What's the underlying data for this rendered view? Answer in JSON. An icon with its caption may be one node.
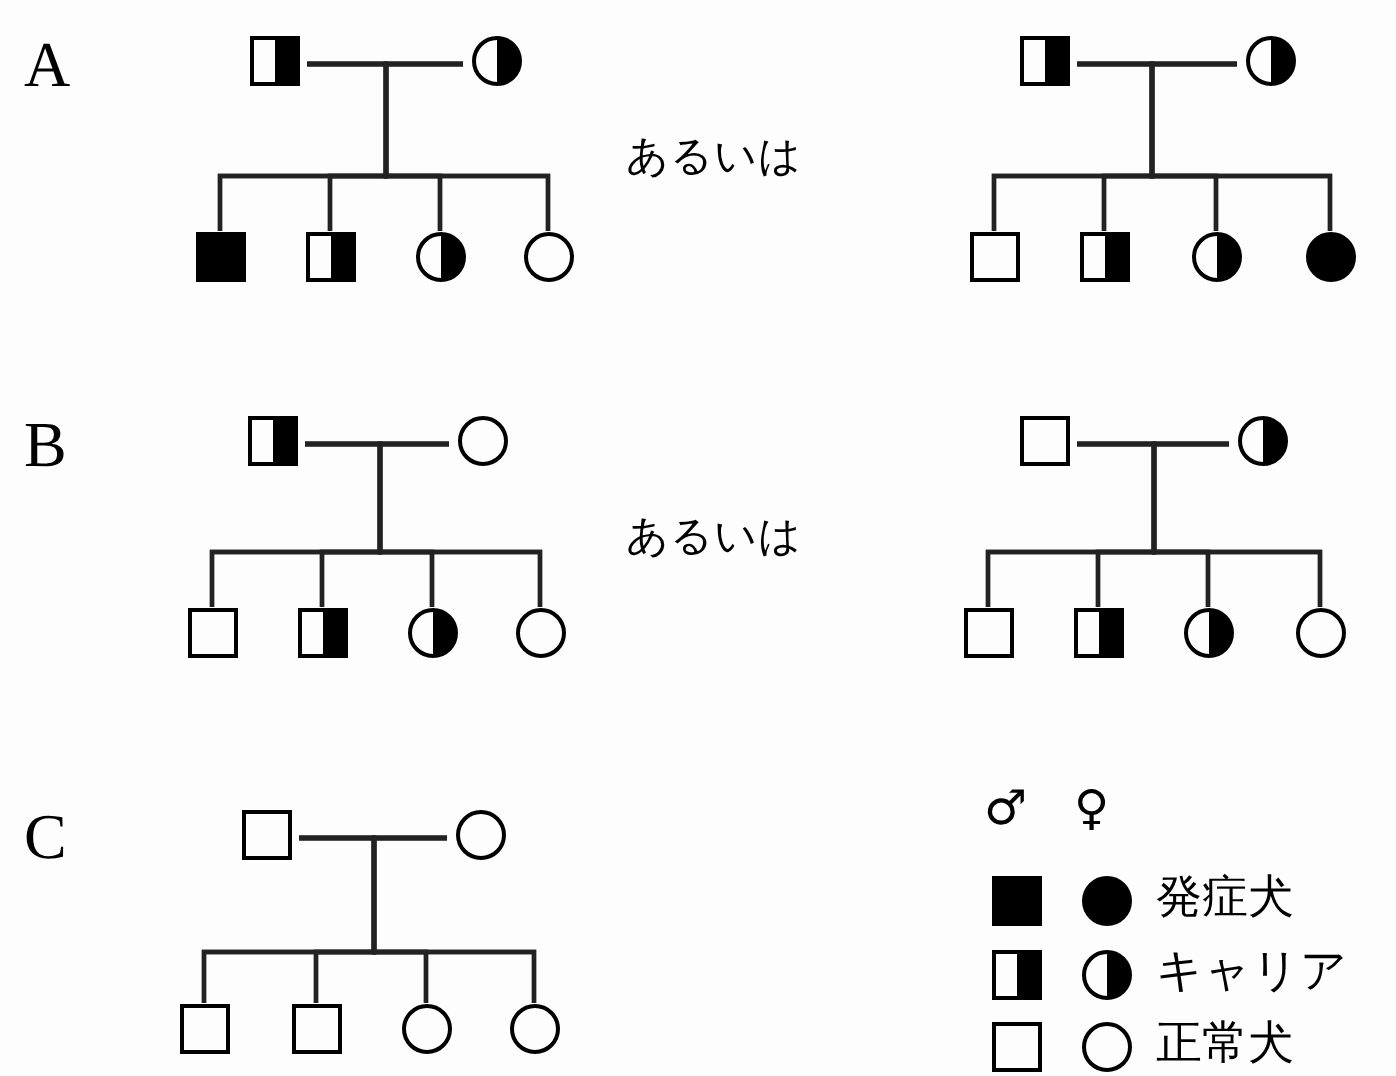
{
  "diagram": {
    "nodes": [
      {
        "text": [],
        "shape": "half-filled-box"
      },
      {
        "text": [],
        "shape": "half-filled-circle"
      },
      {
        "text": [],
        "shape": "filled-box"
      },
      {
        "text": [],
        "shape": "half-filled-box"
      },
      {
        "text": [],
        "shape": "half-filled-circle"
      },
      {
        "text": [],
        "shape": "circle"
      },
      {
        "text": [],
        "shape": "half-filled-box"
      },
      {
        "text": [],
        "shape": "half-filled-circle"
      },
      {
        "text": [],
        "shape": "box"
      },
      {
        "text": [],
        "shape": "half-filled-box"
      },
      {
        "text": [],
        "shape": "half-filled-circle"
      },
      {
        "text": [],
        "shape": "filled-circle"
      },
      {
        "text": [],
        "shape": "half-filled-box"
      },
      {
        "text": [],
        "shape": "circle"
      },
      {
        "text": [],
        "shape": "box"
      },
      {
        "text": [],
        "shape": "half-filled-box"
      },
      {
        "text": [],
        "shape": "half-filled-circle"
      },
      {
        "text": [],
        "shape": "circle"
      },
      {
        "text": [],
        "shape": "box"
      },
      {
        "text": [],
        "shape": "half-filled-circle"
      },
      {
        "text": [],
        "shape": "box"
      },
      {
        "text": [],
        "shape": "half-filled-box"
      },
      {
        "text": [],
        "shape": "half-filled-circle"
      },
      {
        "text": [],
        "shape": "circle"
      },
      {
        "text": [],
        "shape": "box"
      },
      {
        "text": [],
        "shape": "circle"
      },
      {
        "text": [],
        "shape": "box"
      },
      {
        "text": [],
        "shape": "box"
      },
      {
        "text": [],
        "shape": "circle"
      },
      {
        "text": [],
        "shape": "circle"
      }
    ],
    "edges": [
      {
        "from": 0,
        "to": 1,
        "arrow": "none"
      },
      {
        "from": 0,
        "to": 2,
        "arrow": "none"
      },
      {
        "from": 1,
        "to": 2,
        "arrow": "none"
      },
      {
        "from": 0,
        "to": 3,
        "arrow": "none"
      },
      {
        "from": 1,
        "to": 3,
        "arrow": "none"
      },
      {
        "from": 0,
        "to": 4,
        "arrow": "none"
      },
      {
        "from": 1,
        "to": 4,
        "arrow": "none"
      },
      {
        "from": 0,
        "to": 5,
        "arrow": "none"
      },
      {
        "from": 1,
        "to": 5,
        "arrow": "none"
      },
      {
        "from": 6,
        "to": 7,
        "arrow": "none"
      },
      {
        "from": 6,
        "to": 8,
        "arrow": "none"
      },
      {
        "from": 7,
        "to": 8,
        "arrow": "none"
      },
      {
        "from": 6,
        "to": 9,
        "arrow": "none"
      },
      {
        "from": 7,
        "to": 9,
        "arrow": "none"
      },
      {
        "from": 6,
        "to": 10,
        "arrow": "none"
      },
      {
        "from": 7,
        "to": 10,
        "arrow": "none"
      },
      {
        "from": 6,
        "to": 11,
        "arrow": "none"
      },
      {
        "from": 7,
        "to": 11,
        "arrow": "none"
      },
      {
        "from": 12,
        "to": 13,
        "arrow": "none"
      },
      {
        "from": 12,
        "to": 14,
        "arrow": "none"
      },
      {
        "from": 13,
        "to": 14,
        "arrow": "none"
      },
      {
        "from": 12,
        "to": 15,
        "arrow": "none"
      },
      {
        "from": 13,
        "to": 15,
        "arrow": "none"
      },
      {
        "from": 12,
        "to": 16,
        "arrow": "none"
      },
      {
        "from": 13,
        "to": 16,
        "arrow": "none"
      },
      {
        "from": 12,
        "to": 17,
        "arrow": "none"
      },
      {
        "from": 13,
        "to": 17,
        "arrow": "none"
      },
      {
        "from": 18,
        "to": 19,
        "arrow": "none"
      },
      {
        "from": 18,
        "to": 20,
        "arrow": "none"
      },
      {
        "from": 19,
        "to": 20,
        "arrow": "none"
      },
      {
        "from": 18,
        "to": 21,
        "arrow": "none"
      },
      {
        "from": 19,
        "to": 21,
        "arrow": "none"
      },
      {
        "from": 18,
        "to": 22,
        "arrow": "none"
      },
      {
        "from": 19,
        "to": 22,
        "arrow": "none"
      },
      {
        "from": 18,
        "to": 23,
        "arrow": "none"
      },
      {
        "from": 19,
        "to": 23,
        "arrow": "none"
      },
      {
        "from": 24,
        "to": 25,
        "arrow": "none"
      },
      {
        "from": 24,
        "to": 26,
        "arrow": "none"
      },
      {
        "from": 25,
        "to": 26,
        "arrow": "none"
      },
      {
        "from": 24,
        "to": 27,
        "arrow": "none"
      },
      {
        "from": 25,
        "to": 27,
        "arrow": "none"
      },
      {
        "from": 24,
        "to": 28,
        "arrow": "none"
      },
      {
        "from": 25,
        "to": 28,
        "arrow": "none"
      },
      {
        "from": 24,
        "to": 29,
        "arrow": "none"
      },
      {
        "from": 25,
        "to": 29,
        "arrow": "none"
      }
    ],
    "labels": [
      "A",
      "あるいは",
      "B",
      "あるいは",
      "C",
      "♂",
      "♀"
    ],
    "legend": [
      {
        "text": "発症犬"
      },
      {
        "text": "キャリア"
      },
      {
        "text": "正常犬"
      }
    ]
  }
}
